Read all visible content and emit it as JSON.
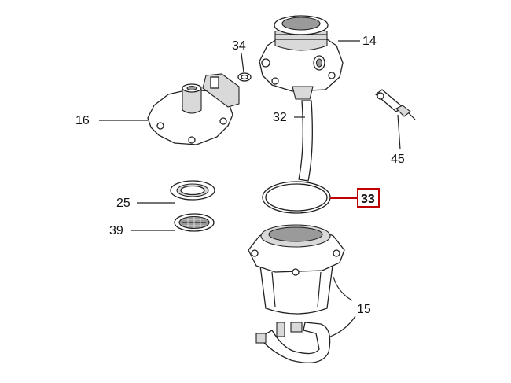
{
  "diagram": {
    "highlight_color": "#c00000",
    "line_color": "#222222",
    "parts": [
      {
        "id": "p14",
        "number": "14"
      },
      {
        "id": "p34",
        "number": "34"
      },
      {
        "id": "p16",
        "number": "16"
      },
      {
        "id": "p32",
        "number": "32"
      },
      {
        "id": "p45",
        "number": "45"
      },
      {
        "id": "p25",
        "number": "25"
      },
      {
        "id": "p33",
        "number": "33",
        "highlighted": true
      },
      {
        "id": "p39",
        "number": "39"
      },
      {
        "id": "p15",
        "number": "15"
      }
    ]
  }
}
